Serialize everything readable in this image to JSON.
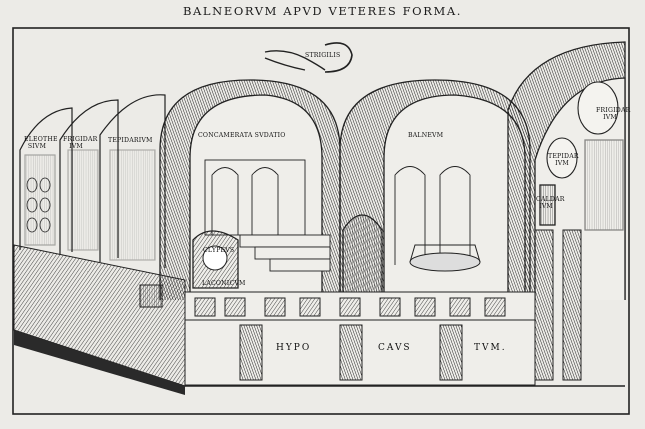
{
  "title": "BALNEORVM APVD VETERES FORMA.",
  "labels": {
    "strigilis": "STRIGILIS",
    "elaeothesium": "ELEOTHE SIVM",
    "frigidarium_left": "FRIGIDAR IVM",
    "tepidarium": "TEPIDARIVM",
    "concamerata": "CONCAMERATA SVDATIO",
    "clipeus": "CLYPEVS",
    "laconicum": "LACONICVM",
    "balneum": "BALNEVM",
    "frigidarium_vase": "FRIGIDAR IVM",
    "tepidarium_vase": "TEPIDAR IVM",
    "caldarium": "CALDAR IVM",
    "hypo": "HYPO",
    "caus": "CAVS",
    "tum": "TVM."
  }
}
